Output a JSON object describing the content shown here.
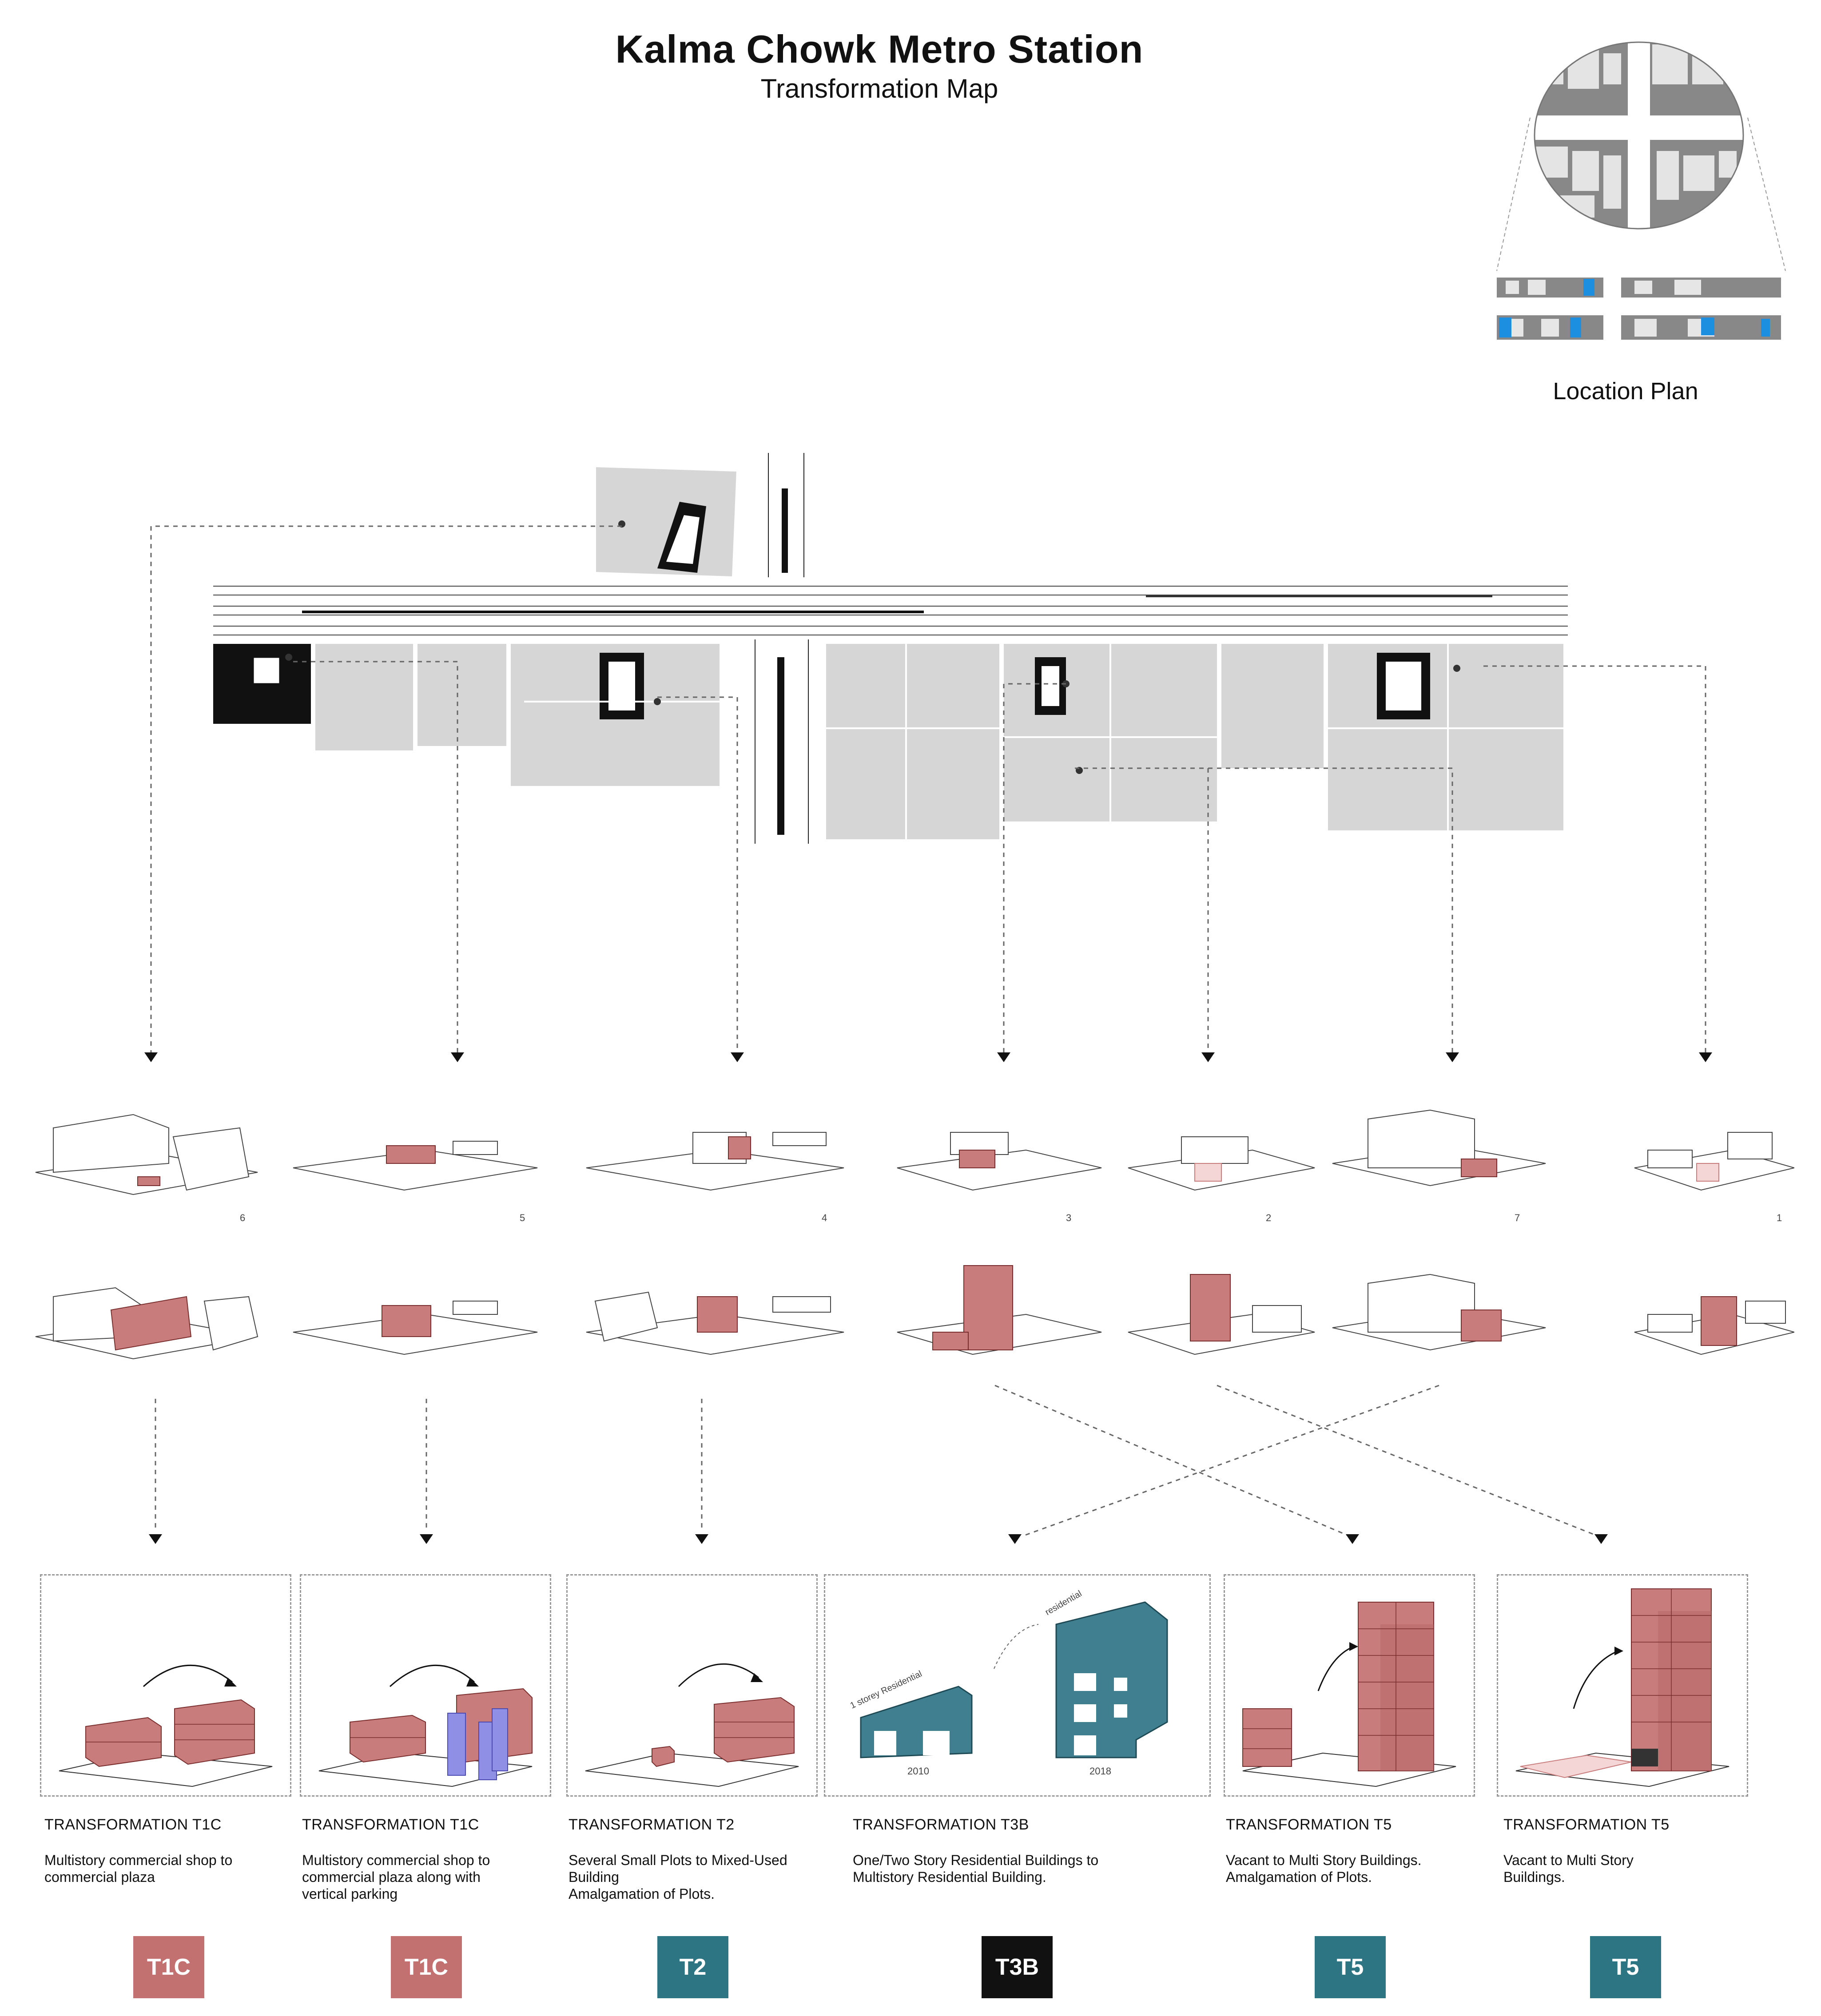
{
  "header": {
    "title": "Kalma Chowk Metro Station",
    "subtitle": "Transformation Map"
  },
  "location_plan": {
    "label": "Location Plan"
  },
  "colors": {
    "t1c": "#c27070",
    "t2": "#2e7584",
    "t3b": "#111111",
    "t5": "#2e7584",
    "pink_building": "#c97c7c",
    "teal_building": "#3f7f8f",
    "blue_plot": "#1d8fe0",
    "plot_gray": "#d6d6d6",
    "purple_parking": "#8f8fe6"
  },
  "mini_scenes": {
    "before_numbers": [
      "6",
      "5",
      "4",
      "3",
      "2",
      "7",
      "1"
    ]
  },
  "panel_years": {
    "t3b_before": "2010",
    "t3b_after": "2018",
    "t3b_before_note": "1 storey Residential",
    "t3b_after_note": "residential"
  },
  "transformations": [
    {
      "title": "TRANSFORMATION T1C",
      "description": "Multistory commercial shop to\ncommercial plaza",
      "badge": "T1C"
    },
    {
      "title": "TRANSFORMATION T1C",
      "description": "Multistory commercial shop to\ncommercial plaza along with\nvertical parking",
      "badge": "T1C"
    },
    {
      "title": "TRANSFORMATION T2",
      "description": "Several Small Plots to Mixed-Used\nBuilding\nAmalgamation of Plots.",
      "badge": "T2"
    },
    {
      "title": "TRANSFORMATION T3B",
      "description": "One/Two Story Residential Buildings to\nMultistory Residential Building.",
      "badge": "T3B"
    },
    {
      "title": "TRANSFORMATION T5",
      "description": "Vacant to Multi Story Buildings.\nAmalgamation of Plots.",
      "badge": "T5"
    },
    {
      "title": "TRANSFORMATION T5",
      "description": "Vacant to Multi Story\nBuildings.",
      "badge": "T5"
    }
  ]
}
